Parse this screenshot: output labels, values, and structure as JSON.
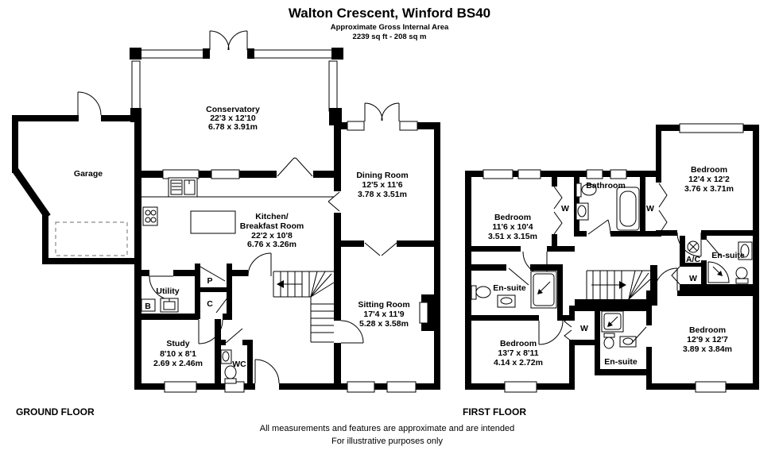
{
  "header": {
    "title": "Walton Crescent, Winford BS40",
    "subtitle": "Approximate Gross Internal Area",
    "area": "2239 sq ft - 208 sq m"
  },
  "ground_floor": {
    "label": "GROUND FLOOR",
    "garage": {
      "name": "Garage"
    },
    "conservatory": {
      "name": "Conservatory",
      "imperial": "22'3 x 12'10",
      "metric": "6.78 x 3.91m"
    },
    "kitchen": {
      "name_line1": "Kitchen/",
      "name_line2": "Breakfast Room",
      "imperial": "22'2 x 10'8",
      "metric": "6.76 x 3.26m"
    },
    "dining_room": {
      "name": "Dining Room",
      "imperial": "12'5 x 11'6",
      "metric": "3.78 x 3.51m"
    },
    "sitting_room": {
      "name": "Sitting Room",
      "imperial": "17'4 x 11'9",
      "metric": "5.28 x 3.58m"
    },
    "study": {
      "name": "Study",
      "imperial": "8'10 x 8'1",
      "metric": "2.69 x 2.46m"
    },
    "utility": {
      "name": "Utility"
    },
    "wc": {
      "name": "WC"
    },
    "cupboards": {
      "boiler": "B",
      "pantry": "P",
      "cloaks": "C"
    }
  },
  "first_floor": {
    "label": "FIRST FLOOR",
    "bedroom_front_left": {
      "name": "Bedroom",
      "imperial": "11'6 x 10'4",
      "metric": "3.51 x 3.15m"
    },
    "bedroom_front_right": {
      "name": "Bedroom",
      "imperial": "12'4 x 12'2",
      "metric": "3.76 x 3.71m"
    },
    "bedroom_back_left": {
      "name": "Bedroom",
      "imperial": "13'7 x 8'11",
      "metric": "4.14 x 2.72m"
    },
    "bedroom_back_right": {
      "name": "Bedroom",
      "imperial": "12'9 x 12'7",
      "metric": "3.89 x 3.84m"
    },
    "bathroom": {
      "name": "Bathroom"
    },
    "ensuite_right": {
      "name": "En-suite"
    },
    "ensuite_left": {
      "name": "En-suite"
    },
    "ensuite_middle": {
      "name": "En-suite"
    },
    "airing_cupboard_label": "A/C",
    "wardrobe_label": "W"
  },
  "footer": {
    "line1": "All measurements and features are approximate and are intended",
    "line2": "For illustrative purposes only"
  },
  "colors": {
    "wall": "#000000",
    "background": "#ffffff",
    "garage_door_dashed": "#8a8a8a"
  }
}
